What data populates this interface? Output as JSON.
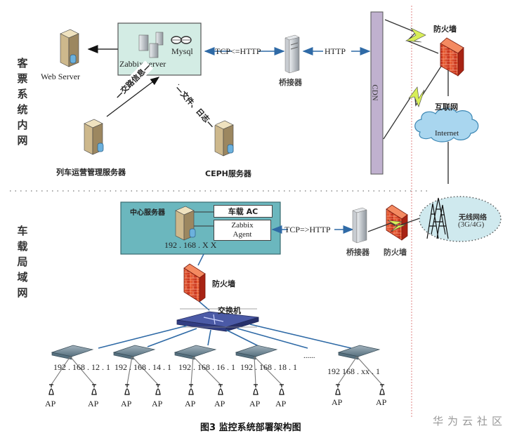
{
  "zones": {
    "ticket_intranet": [
      "客",
      "票",
      "系",
      "统",
      "内",
      "网"
    ],
    "vehicle_lan": [
      "车",
      "载",
      "局",
      "域",
      "网"
    ]
  },
  "ticket_network": {
    "web_server_label": "Web Server",
    "zabbix_server_label": "Zabbix server",
    "mysql_label": "Mysql",
    "tcp_http_link_label": "TCP<=HTTP",
    "bridge_label": "桥接器",
    "http_link_label": "HTTP",
    "cdn_label": "CDN",
    "firewall_label": "防火墙",
    "internet_cn_label": "互联网",
    "internet_label": "Internet",
    "train_ops_server_label": "列车运营管理服务器",
    "train_ops_link_label": "—交路信息—",
    "ceph_server_label": "CEPH服务器",
    "ceph_link_label": "—文件、日志—"
  },
  "vehicle_network": {
    "center_server_label": "中心服务器",
    "vehicle_ac_label": "车载 AC",
    "zabbix_agent_label": "Zabbix Agent",
    "center_ip": "192 . 168 . X X",
    "tcp_http_link_label": "TCP=>HTTP",
    "bridge_label": "桥接器",
    "firewall_label": "防火墙",
    "wireless_label": "无线网络",
    "wireless_sub_label": "(3G/4G)",
    "lan_firewall_label": "防火墙",
    "switch_label": "交换机",
    "ellipsis": "......",
    "subnets": [
      {
        "ip": "192 . 168 . 12 . 1",
        "aps": [
          "AP",
          "AP"
        ]
      },
      {
        "ip": "192 . 168 . 14 . 1",
        "aps": [
          "AP",
          "AP"
        ]
      },
      {
        "ip": "192 . 168 . 16 . 1",
        "aps": [
          "AP",
          "AP"
        ]
      },
      {
        "ip": "192 . 168 . 18 . 1",
        "aps": [
          "AP",
          "AP"
        ]
      },
      {
        "ip": "192    168   . xx . 1",
        "aps": [
          "AP",
          "AP"
        ]
      }
    ]
  },
  "caption": "图3   监控系统部署架构图",
  "watermark": "华为云社区",
  "colors": {
    "zabbix_box_fill": "#d3ece4",
    "center_box_fill": "#6bb7be",
    "cdn_fill": "#c0b1cf",
    "link_blue": "#2f6aa6",
    "firewall_red": "#e0452a",
    "cloud_fill": "#a9d6ef",
    "wireless_fill": "#cfe9ee",
    "divider_red": "#e79a9a"
  }
}
